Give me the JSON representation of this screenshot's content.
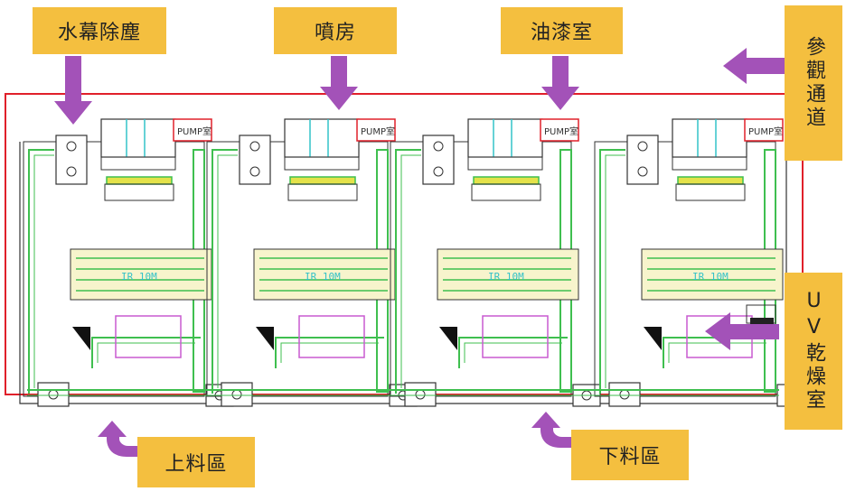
{
  "labels": {
    "water_curtain": "水幕除塵",
    "spray_booth": "噴房",
    "paint_room": "油漆室",
    "visitor_passage": "參觀通道",
    "uv_dryer": "UV乾燥室",
    "loading_area": "上料區",
    "unloading_area": "下料區"
  },
  "plan": {
    "pump_label": "PUMP室",
    "ir_label": "IR 10M"
  },
  "colors": {
    "label_bg": "#f4bf3f",
    "arrow": "#a352b8",
    "boundary": "#e0202a",
    "conveyor": "#3fbf4f",
    "outline": "#333333",
    "ir_fill": "#f7f4cc",
    "cyan": "#33c2c8",
    "magenta": "#c85ad0"
  }
}
